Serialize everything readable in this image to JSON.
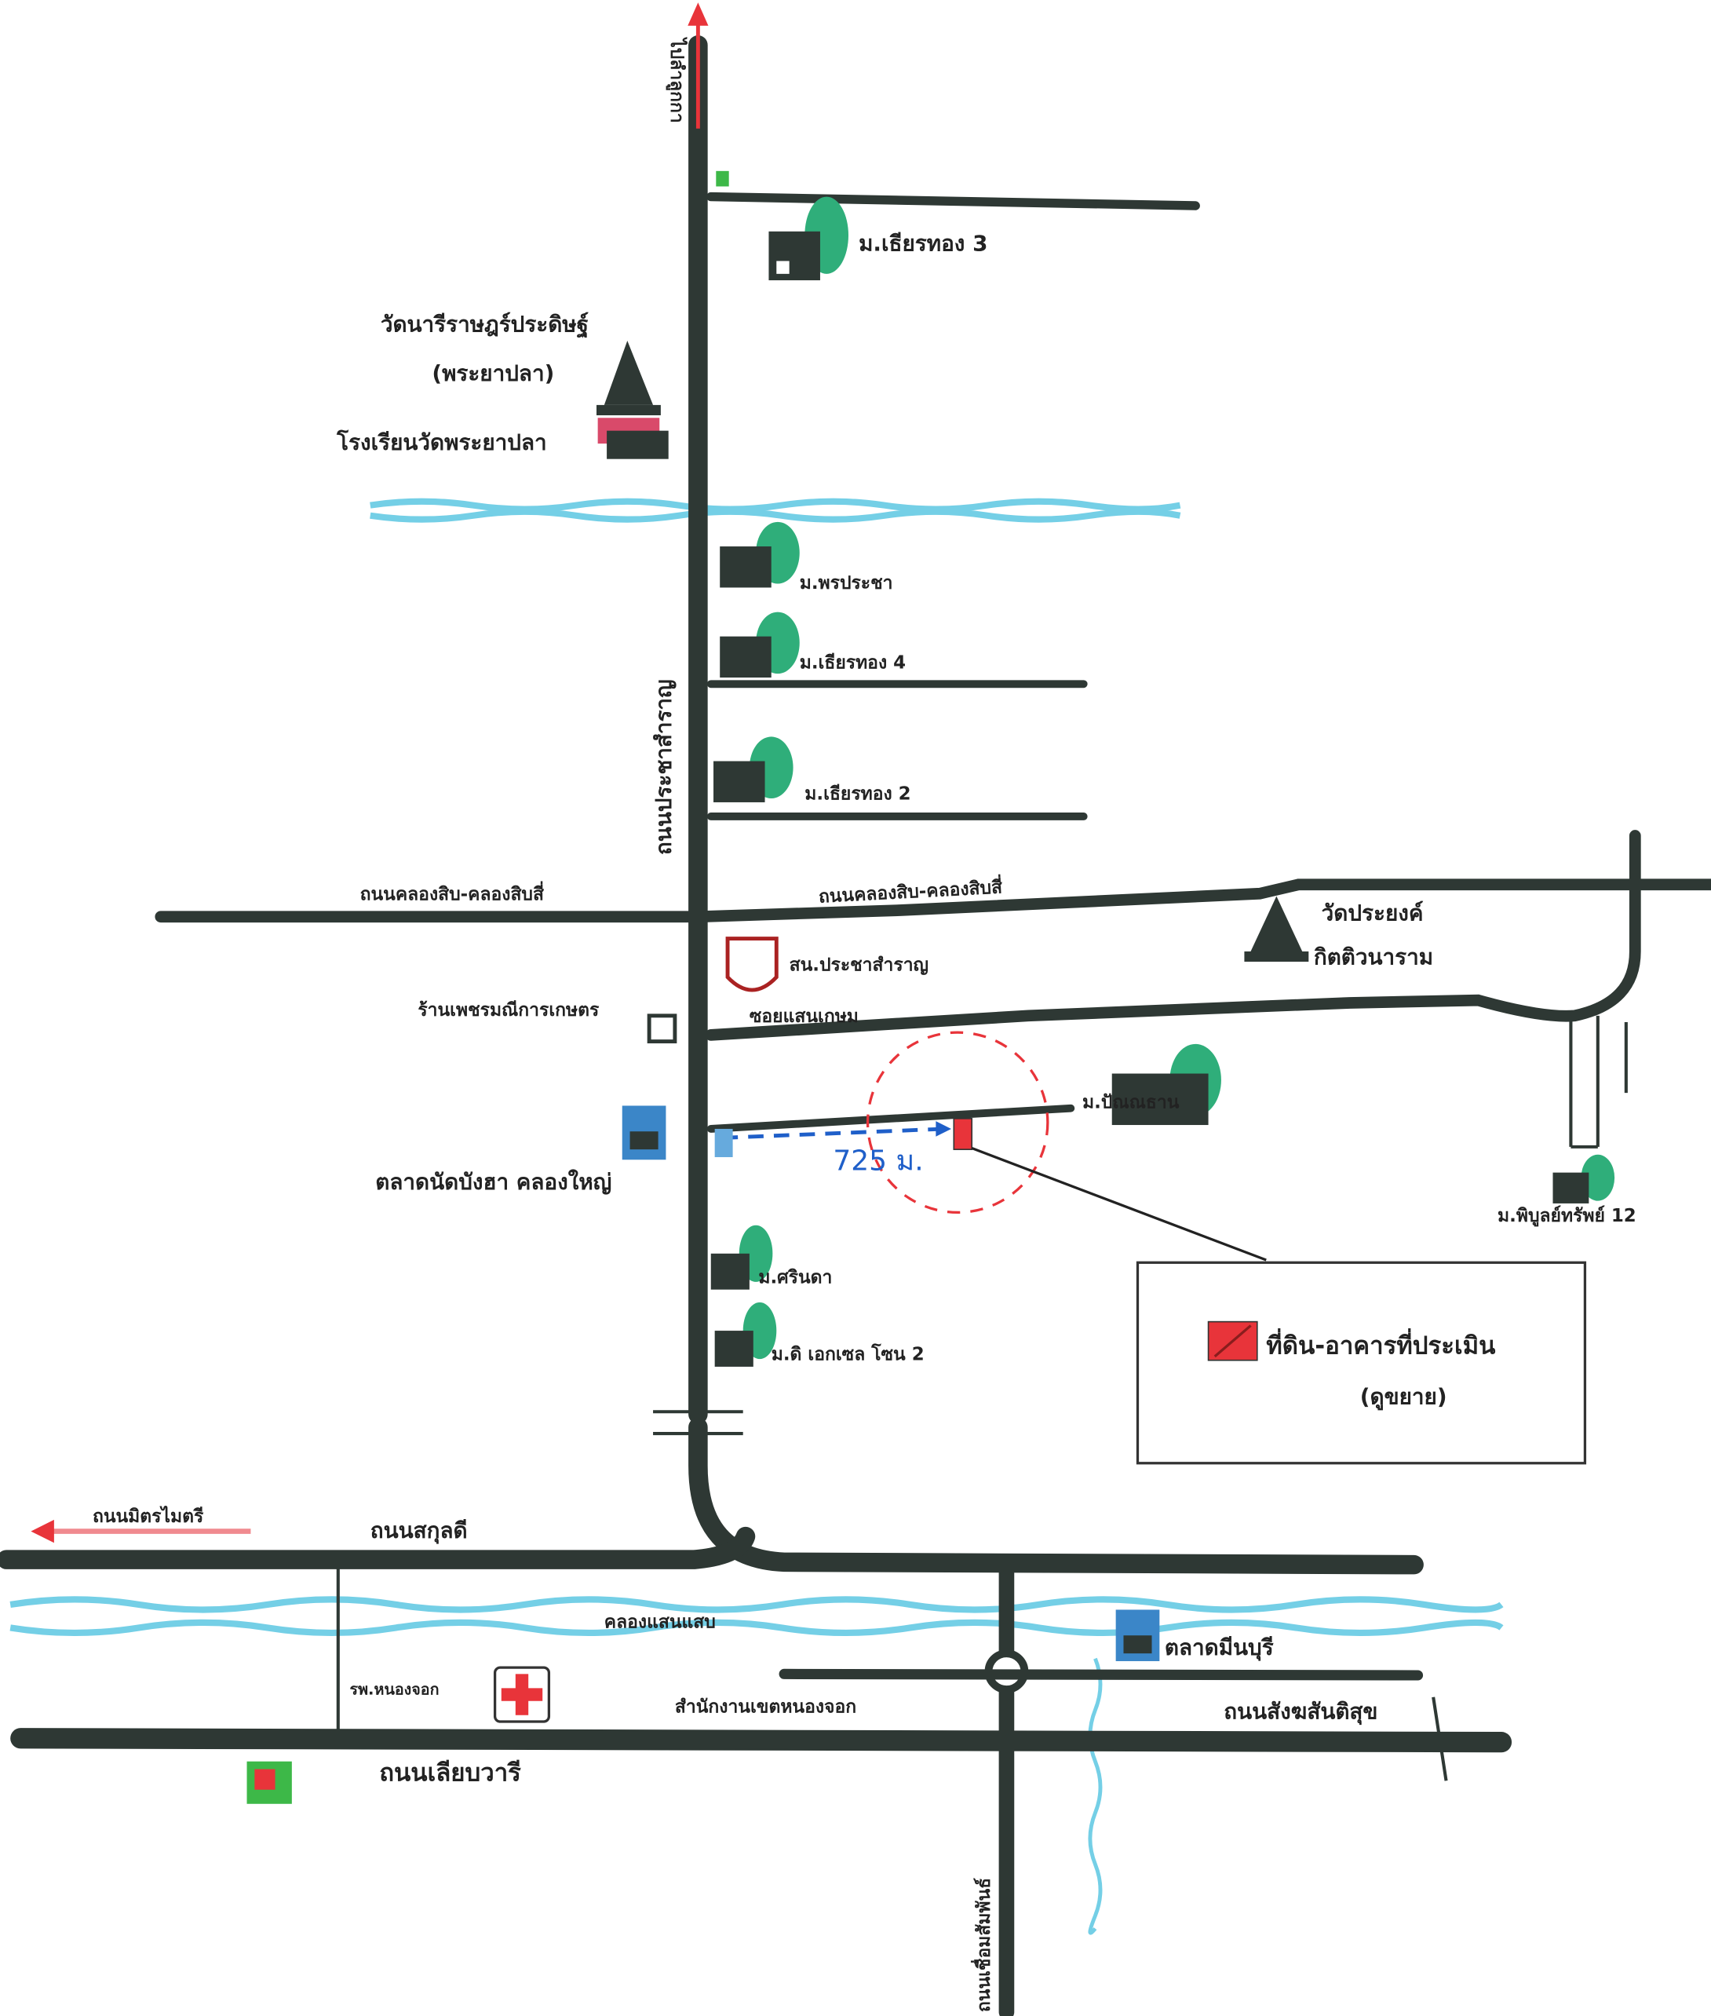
{
  "map": {
    "north_direction": "ไปลำลูกกา",
    "main_road": "ถนนประชาสำราญ",
    "cross_road_left": "ถนนคลองสิบ-คลองสิบสี่",
    "cross_road_right": "ถนนคลองสิบ-คลองสิบสี่",
    "soi": "ซอยแสนเกษม",
    "places": {
      "thianthong3": "ม.เธียรทอง 3",
      "temple_name": "วัดนารีราษฎร์ประดิษฐ์",
      "temple_alias": "(พระยาปลา)",
      "school": "โรงเรียนวัดพระยาปลา",
      "pornpracha": "ม.พรประชา",
      "thianthong4": "ม.เธียรทอง 4",
      "thianthong2": "ม.เธียรทอง 2",
      "temple2_line1": "วัดประยงค์",
      "temple2_line2": "กิตติวนาราม",
      "police": "สน.ประชาสำราญ",
      "shop": "ร้านเพชรมณีการเกษตร",
      "market": "ตลาดนัดบังฮา คลองใหญ่",
      "village_east": "ม.ปัณณธาน",
      "pibul": "ม.พิบูลย์ทรัพย์ 12",
      "sarinda": "ม.ศรินดา",
      "excel": "ม.ดิ เอกเซล โซน 2",
      "hospital": "รพ.หนองจอก",
      "district_office": "สำนักงานเขตหนองจอก",
      "minburi_market": "ตลาดมีนบุรี"
    },
    "distance": "725 ม.",
    "legend": {
      "label": "ที่ดิน-อาคารที่ประเมิน",
      "note": "(ดูขยาย)"
    },
    "bottom_roads": {
      "west_arrow": "ถนนมิตรไมตรี",
      "sakuldee": "ถนนสกุลดี",
      "canal": "คลองแสนแสบ",
      "sangkhasantisuk": "ถนนสังฆสันติสุข",
      "liapwari": "ถนนเลียบวารี",
      "chueamsamphan": "ถนนเชื่อมสัมพันธ์"
    },
    "colors": {
      "road": "#2e3834",
      "water": "#74cfe6",
      "subject": "#e8343a",
      "arrow": "#e8343a",
      "distance": "#1f5fc9",
      "tree": "#2fae7a"
    }
  }
}
